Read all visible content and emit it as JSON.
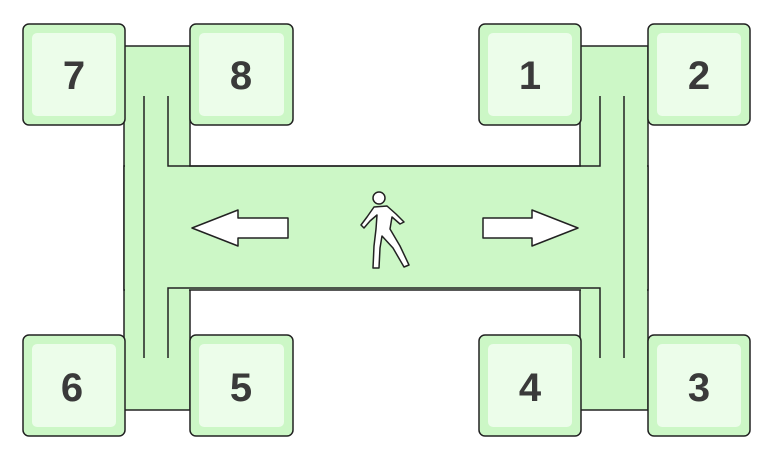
{
  "diagram": {
    "rooms": [
      {
        "id": "room-7",
        "label": "7"
      },
      {
        "id": "room-8",
        "label": "8"
      },
      {
        "id": "room-1",
        "label": "1"
      },
      {
        "id": "room-2",
        "label": "2"
      },
      {
        "id": "room-6",
        "label": "6"
      },
      {
        "id": "room-5",
        "label": "5"
      },
      {
        "id": "room-4",
        "label": "4"
      },
      {
        "id": "room-3",
        "label": "3"
      }
    ],
    "icons": {
      "left_arrow": "arrow-left-icon",
      "pedestrian": "pedestrian-icon",
      "right_arrow": "arrow-right-icon"
    },
    "colors": {
      "floor_fill": "#ccf7c6",
      "room_inner": "#ecfdea",
      "outline": "#222222",
      "label": "#3a3a3a"
    }
  }
}
